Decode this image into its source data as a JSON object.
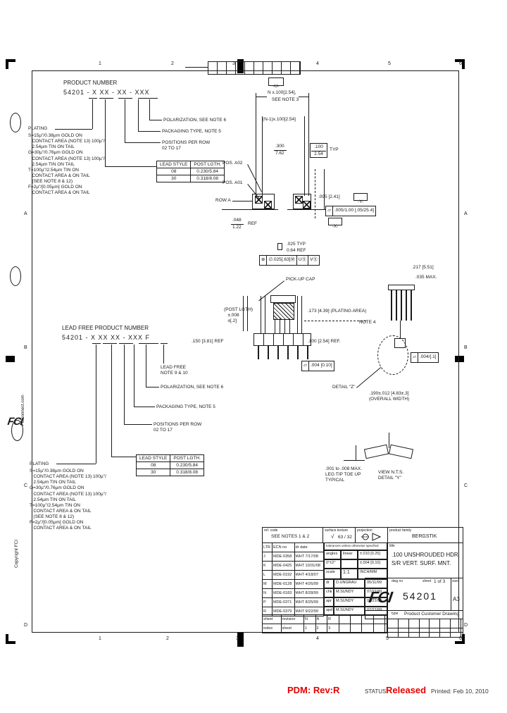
{
  "status_bar": {
    "pdm": "PDM: Rev:R",
    "status_label": "STATUS:",
    "status_value": "Released",
    "printed": "Printed: Feb 10, 2010"
  },
  "border": {
    "cols": [
      "1",
      "2",
      "3",
      "4",
      "5",
      "6"
    ],
    "rows": [
      "A",
      "B",
      "C",
      "D"
    ]
  },
  "margin": {
    "logo": "FCI",
    "site": "FCIconnect.com",
    "copyright": "Copyright  FCI"
  },
  "product_number": {
    "title": "PRODUCT NUMBER",
    "code": "54201 - X XX - XX - XXX",
    "polarization": "POLARIZATION, SEE NOTE 6",
    "packaging": "PACKAGING TYPE, NOTE 5",
    "positions": "POSITIONS PER ROW\n02 TO 17"
  },
  "plating": {
    "title": "PLATING",
    "body": "S=15µ\"/0.38µm GOLD ON\n   CONTACT AREA (NOTE 13) 100µ\"/\n   2.54µm TIN ON TAIL\nG=30µ\"/0.76µm GOLD ON\n   CONTACT AREA (NOTE 13) 100µ\"/\n   2.54µm TIN ON TAIL\nT=100µ\"/2.54µm TIN ON\n   CONTACT AREA & ON TAIL\n   (SEE NOTE 8 & 12)\nF=2µ\"/[0.05µm] GOLD ON\n   CONTACT AREA & ON TAIL"
  },
  "lead_style": {
    "headers": [
      "LEAD STYLE",
      "POST LGTH."
    ],
    "rows": [
      [
        "08",
        "0.230/5.84"
      ],
      [
        "30",
        "0.318/8.08"
      ]
    ]
  },
  "lead_free": {
    "title": "LEAD FREE PRODUCT NUMBER",
    "code": "54201 - X XX XX - XXX F",
    "lead_free": "LEAD FREE\nNOTE 9 & 10",
    "polarization": "POLARIZATION, SEE NOTE 6",
    "packaging": "PACKAGING TYPE, NOTE 5",
    "positions": "POSITIONS PER ROW\n02 TO 17"
  },
  "dims": {
    "datum_u": "-U-",
    "n_pitch": "N x.100[2.54],",
    "see_note3": "SEE NOTE 3",
    "n1_pitch": "(N-1)x.100[2.54]",
    "pitch300": ".300",
    "pitch300mm": "7.62",
    "typ100": ".100",
    "typ100mm": "2.54",
    "typ": "TYP",
    "pos_a02": "POS. A02",
    "pos_a01": "POS. A01",
    "row_a": "ROW A",
    "tail048": ".048",
    "tail122": "1.22",
    "ref": "REF",
    "h095": ".095 [2.41]",
    "datum_y": "-Y-",
    "datum_x": "-X-",
    "fcf_profile_sym": "▱",
    "fcf_profile_val": ".005/1.00 [.05/25.4]",
    "pin025": ".025 TYP",
    "pin064": "0.64 REF",
    "fcf_pos": [
      "⊕",
      "∅.025[.63]Ⓜ",
      "UⓈ",
      "VⓈ"
    ],
    "pickup_cap": "PICK-UP CAP",
    "post_lgth": "(POST LGTH)\n   ±.008\n   ±[.2]",
    "plating_area": ".173 [4.39] (PLATING AREA)",
    "ref150": ".150 [3.81] REF",
    "ref100": ".100 [2.54] REF.",
    "fcf_flat_sym": "▱",
    "fcf_flat_val": ".004 [0.10]",
    "note4": "NOTE 4",
    "w217": ".217 [5.51]",
    "max035": ".035 MAX.",
    "fcf_flat2_sym": "▱",
    "fcf_flat2_val": ".004/[.1]",
    "overall": ".190±.012 [4.83±.3]\n(OVERALL WIDTH)",
    "detail_z": "DETAIL \"Z\"",
    "toe": ".001 to .008 MAX.\nLEG TIP TOE UP\nTYPICAL",
    "view_nts": "VIEW N.T.S.\nDETAIL \"Y\""
  },
  "title_block": {
    "ref_code_label": "ref. code",
    "ref_code": "SEE NOTES 1 & 2",
    "surface_label": "surface texture",
    "surface_check": "√",
    "surface_values": "63 / 32",
    "projection_label": "projection",
    "family_label": "product family",
    "family": "BERGSTIK",
    "rev_headers": [
      "LTR",
      "ECN no",
      "dr  date"
    ],
    "revisions": [
      {
        "ltr": "J",
        "ecn": "MDE-0358",
        "by": "WHT 7/17/08",
        "role": "",
        "app": "",
        "date": ""
      },
      {
        "ltr": "K",
        "ecn": "MDE-0425",
        "by": "WHT 10/31/08",
        "role": "",
        "app": "",
        "date": ""
      },
      {
        "ltr": "L",
        "ecn": "MDE-0192",
        "by": "WHT 4/18/07",
        "role": "",
        "app": "",
        "date": ""
      },
      {
        "ltr": "M",
        "ecn": "MDE-0128",
        "by": "WHT 4/26/99",
        "role": "dr",
        "app": "D.UNGRAU",
        "date": "05/11/99"
      },
      {
        "ltr": "N",
        "ecn": "MDE-0183",
        "by": "WHT 8/28/99",
        "role": "chk",
        "app": "M.SUNDY",
        "date": "07/21/99"
      },
      {
        "ltr": "P",
        "ecn": "MDE-0371",
        "by": "WHT 8/25/99",
        "role": "apr",
        "app": "M.SUNDY",
        "date": "07/21/99"
      },
      {
        "ltr": "R",
        "ecn": "MDE-0379",
        "by": "WHT 9/22/99",
        "role": "apd",
        "app": "M.SUNDY",
        "date": "07/21/99"
      }
    ],
    "tol_header": "tolerances unless otherwise specified",
    "angles_label": "angles",
    "angles": "0°±2°",
    "linear_label": "linear",
    "tol1": "±.010 [0.25]",
    "tol2": "±.004 [0.10]",
    "units": "INCH/MM",
    "scale_label": "scale",
    "scale": "1:1",
    "title_label": "title",
    "title": ".100 UNSHROUDED HDR.\nS/R VERT. SURF. MNT.",
    "logo": "FCI",
    "dwg_label": "dwg no",
    "dwg_no": "54201",
    "sheet_label": "sheet",
    "sheet": "1 of 3",
    "size_label": "size",
    "size": "A3",
    "type_label": "type",
    "type": "Product Customer Drawing",
    "index_r1": [
      "sheet",
      "revision",
      "N",
      "A",
      "R"
    ],
    "index_r2": [
      "index",
      "sheet",
      "1",
      "2",
      "3"
    ]
  }
}
